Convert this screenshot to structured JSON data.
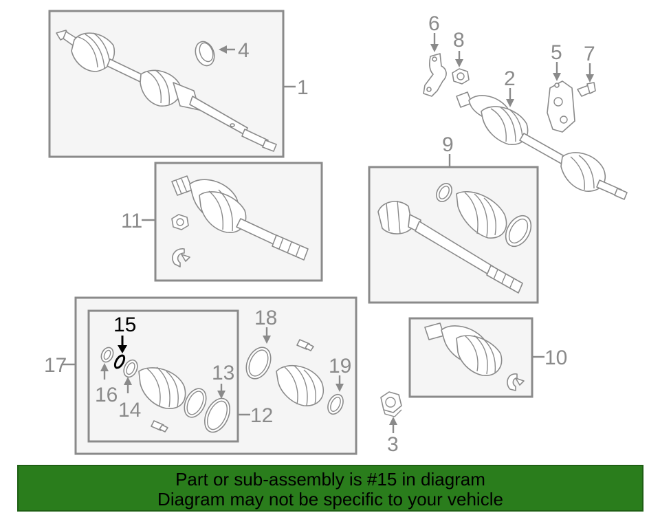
{
  "callouts": {
    "c1": "1",
    "c2": "2",
    "c3": "3",
    "c4": "4",
    "c5": "5",
    "c6": "6",
    "c7": "7",
    "c8": "8",
    "c9": "9",
    "c10": "10",
    "c11": "11",
    "c12": "12",
    "c13": "13",
    "c14": "14",
    "c15": "15",
    "c16": "16",
    "c17": "17",
    "c18": "18",
    "c19": "19"
  },
  "highlighted_part": "15",
  "banner": {
    "line1": "Part or sub-assembly is #15 in diagram",
    "line2": "Diagram may not be specific to your vehicle",
    "background": "#2a7d1c"
  },
  "colors": {
    "line": "#8a8a8a",
    "box_fill": "#f5f5f5",
    "highlight": "#000000"
  }
}
